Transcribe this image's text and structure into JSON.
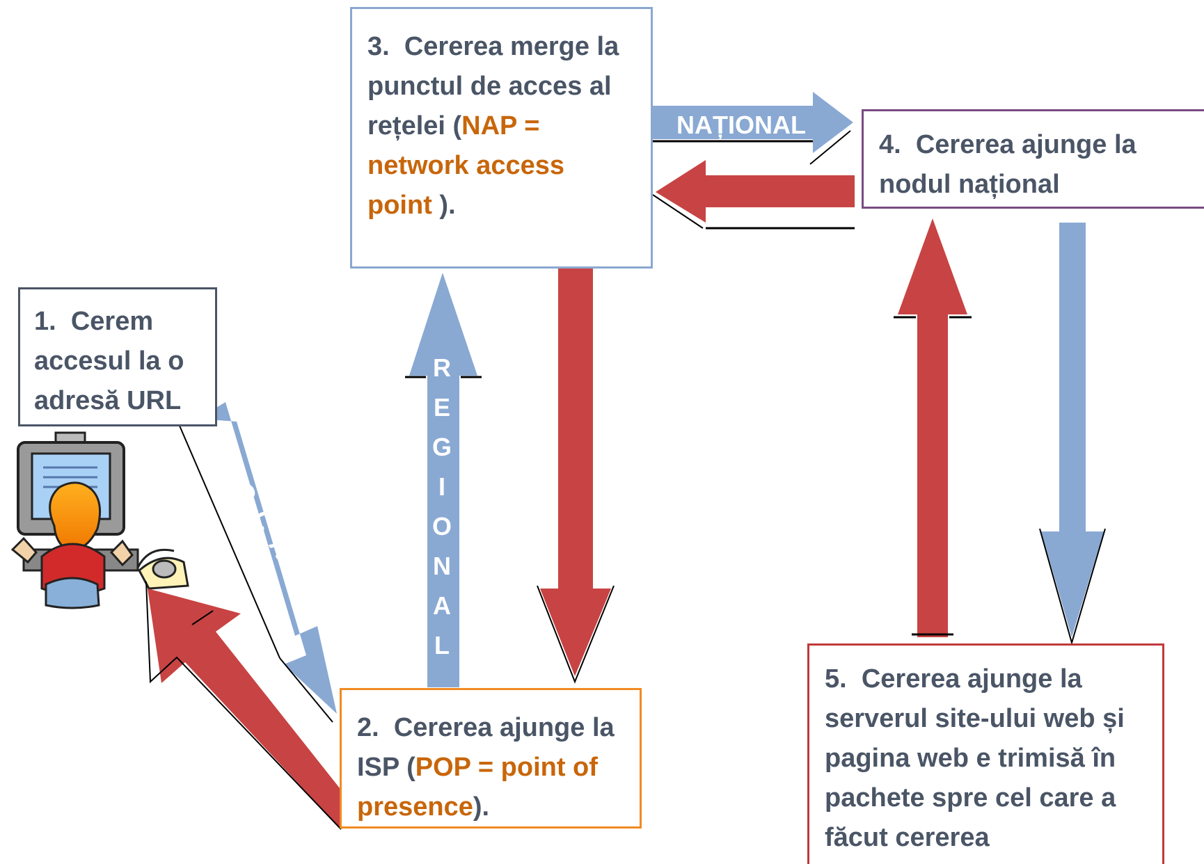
{
  "colors": {
    "blue_arrow": "#89a9d3",
    "red_arrow": "#c84343",
    "text": "#4a5566",
    "highlight": "#c8660a",
    "box1_border": "#4a5566",
    "box2_border": "#f08a22",
    "box3_border": "#8aa8d0",
    "box4_border": "#7a4a82",
    "box5_border": "#c0393b"
  },
  "steps": {
    "s1": {
      "num": "1",
      "sep": ".",
      "text": "Cerem accesul la o adresă URL"
    },
    "s2": {
      "num": "2",
      "sep": ".",
      "text_a": "Cererea ajunge la ISP (",
      "hl": "POP = point of presence",
      "text_b": ")."
    },
    "s3": {
      "num": "3",
      "sep": ".",
      "text_a": "Cererea merge la punctul de acces al rețelei (",
      "hl": "NAP = network access point",
      "text_b": " )."
    },
    "s4": {
      "num": "4",
      "sep": ".",
      "text": "Cererea ajunge la nodul național"
    },
    "s5": {
      "num": "5",
      "sep": ".",
      "text": "Cererea ajunge la serverul site-ului web și pagina web e trimisă în pachete spre cel care a făcut cererea"
    }
  },
  "arrow_labels": {
    "local": "LOCAL",
    "regional": "REGIONAL",
    "national": "NAȚIONAL"
  },
  "icons": {
    "user": "computer-user-icon"
  }
}
